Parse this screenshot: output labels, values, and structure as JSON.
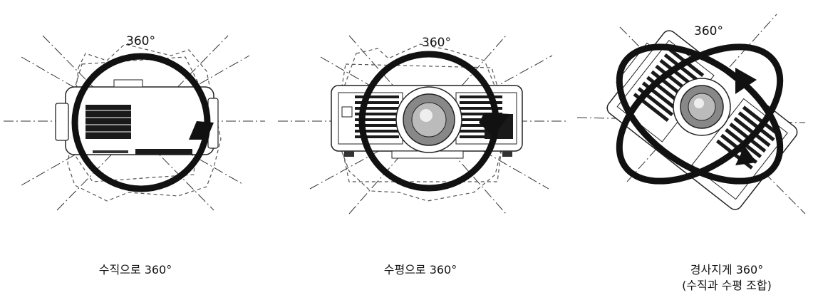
{
  "figures": [
    {
      "id": "vertical",
      "angle_label": "360°",
      "caption": "수직으로 360°",
      "caption_sub": ""
    },
    {
      "id": "horizontal",
      "angle_label": "360°",
      "caption": "수평으로 360°",
      "caption_sub": ""
    },
    {
      "id": "tilted",
      "angle_label": "360°",
      "caption": "경사지게 360°",
      "caption_sub": "(수직과 수평 조합)"
    }
  ],
  "colors": {
    "line": "#222222",
    "body": "#ffffff",
    "vent": "#1a1a1a",
    "arrow": "#111111"
  },
  "icons": [
    "projector-side-view",
    "projector-front-view",
    "projector-tilted-view",
    "rotation-arrow-icon"
  ]
}
